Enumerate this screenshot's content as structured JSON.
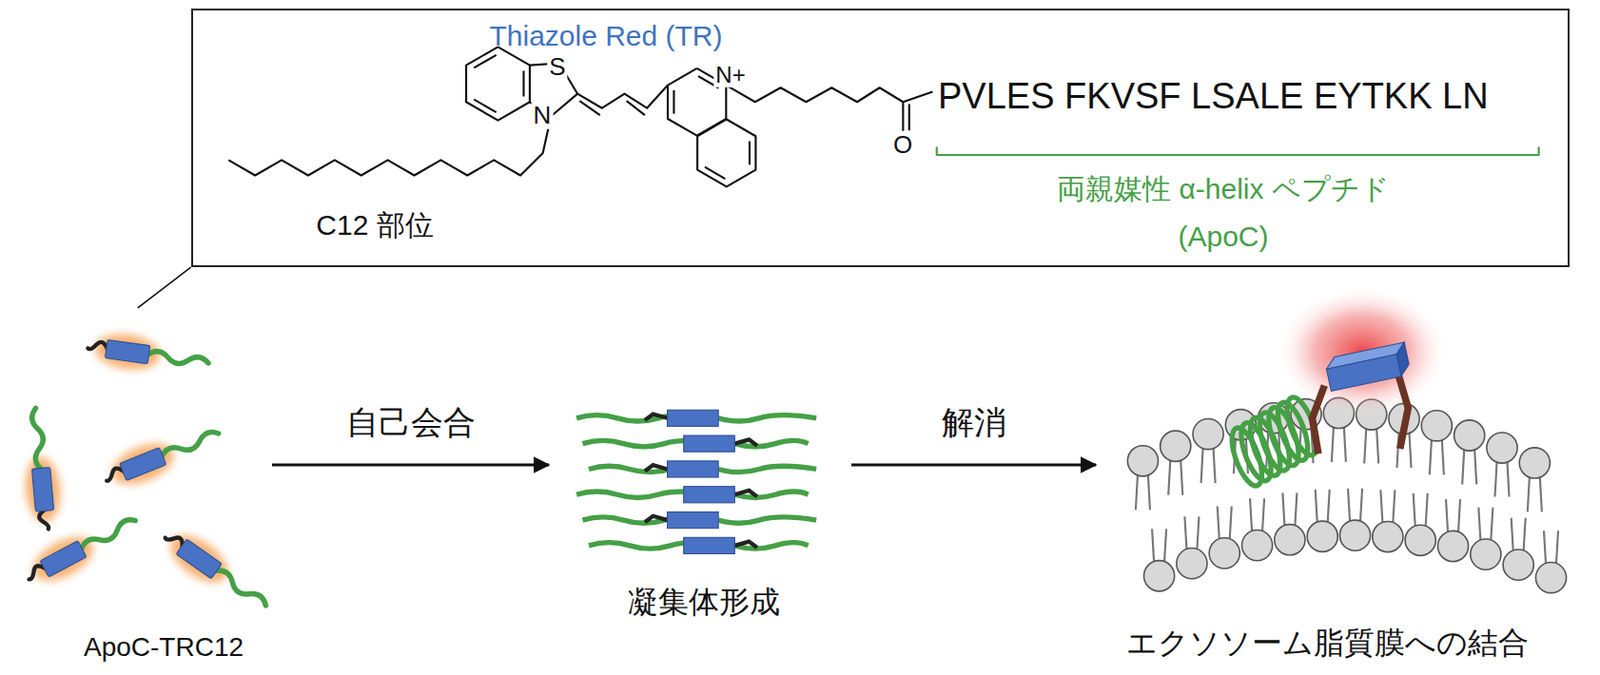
{
  "diagram": {
    "nodes": [
      {
        "text": [
          "Thiazole Red (TR)",
          "C12 部位",
          "PVLES FKVSF LSALE EYTKK LN",
          "両親媒性 α-helix ペプチド (ApoC)"
        ]
      },
      {
        "text": [
          "ApoC-TRC12"
        ]
      },
      {
        "text": [
          "凝集体形成"
        ]
      },
      {
        "text": [
          "エクソソーム脂質膜への結合"
        ]
      }
    ],
    "edges": [
      {
        "from": 1,
        "to": 2,
        "arrow": "to",
        "label": "自己会合"
      },
      {
        "from": 2,
        "to": 3,
        "arrow": "to",
        "label": "解消"
      }
    ],
    "labels": [
      "S",
      "N",
      "N+",
      "O"
    ]
  }
}
